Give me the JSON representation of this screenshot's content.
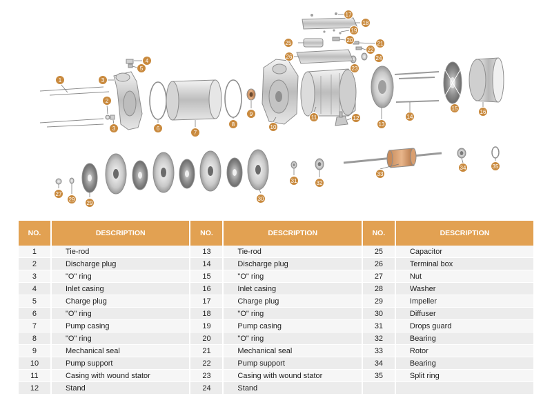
{
  "callouts": [
    "1",
    "2",
    "3",
    "3",
    "4",
    "5",
    "6",
    "7",
    "8",
    "9",
    "10",
    "11",
    "12",
    "13",
    "14",
    "15",
    "16",
    "17",
    "18",
    "19",
    "20",
    "21",
    "22",
    "23",
    "24",
    "25",
    "26",
    "27",
    "29",
    "29",
    "30",
    "31",
    "32",
    "33",
    "34",
    "35"
  ],
  "table": {
    "headers": [
      "NO.",
      "DESCRIPTION",
      "NO.",
      "DESCRIPTION",
      "NO.",
      "DESCRIPTION"
    ],
    "rows": [
      [
        "1",
        "Tie-rod",
        "13",
        "Tie-rod",
        "25",
        "Capacitor"
      ],
      [
        "2",
        "Discharge plug",
        "14",
        "Discharge plug",
        "26",
        "Terminal box"
      ],
      [
        "3",
        "\"O\" ring",
        "15",
        "\"O\" ring",
        "27",
        "Nut"
      ],
      [
        "4",
        "Inlet casing",
        "16",
        "Inlet casing",
        "28",
        "Washer"
      ],
      [
        "5",
        "Charge plug",
        "17",
        "Charge plug",
        "29",
        "Impeller"
      ],
      [
        "6",
        "\"O\" ring",
        "18",
        "\"O\" ring",
        "30",
        "Diffuser"
      ],
      [
        "7",
        "Pump casing",
        "19",
        "Pump casing",
        "31",
        "Drops guard"
      ],
      [
        "8",
        "\"O\" ring",
        "20",
        "\"O\" ring",
        "32",
        "Bearing"
      ],
      [
        "9",
        "Mechanical seal",
        "21",
        "Mechanical seal",
        "33",
        "Rotor"
      ],
      [
        "10",
        "Pump support",
        "22",
        "Pump support",
        "34",
        "Bearing"
      ],
      [
        "11",
        "Casing with wound stator",
        "23",
        "Casing with wound stator",
        "35",
        "Split ring"
      ],
      [
        "12",
        "Stand",
        "24",
        "Stand",
        "",
        ""
      ]
    ]
  },
  "colors": {
    "accent": "#c98a3e",
    "header_bg": "#e2a152",
    "row_light": "#f6f6f6",
    "row_dark": "#ececec"
  }
}
